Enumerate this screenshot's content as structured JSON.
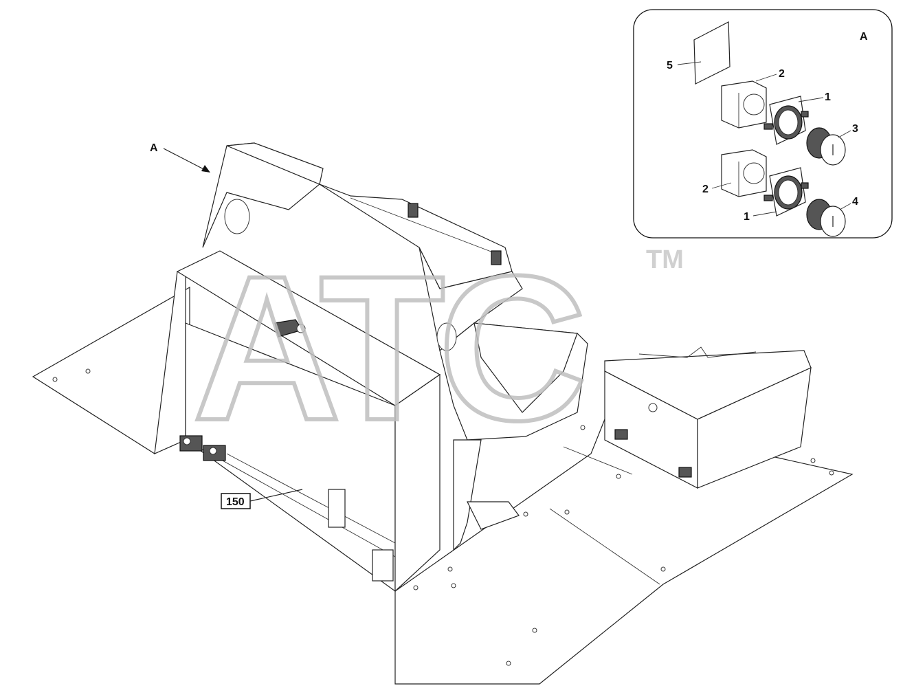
{
  "view_label": "A",
  "main_view_label": "A",
  "callouts": {
    "c5": "5",
    "c2a": "2",
    "c1a": "1",
    "c3": "3",
    "c2b": "2",
    "c4": "4",
    "c1b": "1"
  },
  "assembly_number": "150",
  "watermark": {
    "text": "ATC",
    "trademark": "TM",
    "color": "#bfbfbf"
  },
  "colors": {
    "line": "#222222",
    "fill_dark": "#555555",
    "background": "#ffffff"
  }
}
